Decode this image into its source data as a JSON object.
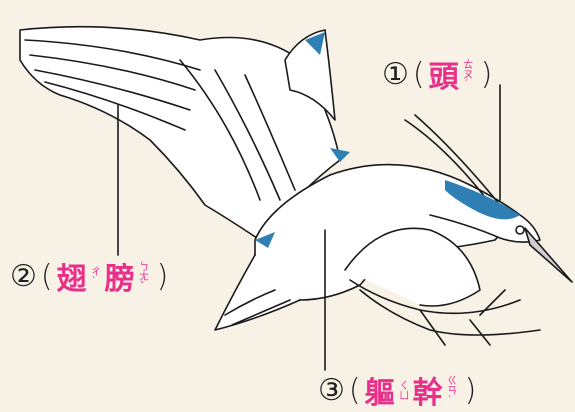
{
  "colors": {
    "background": "#f7f1e6",
    "annotation": "#e8308a",
    "outline": "#1a1a1a",
    "accent_blue": "#2f7fb5"
  },
  "labels": [
    {
      "number": "①",
      "open": "(",
      "close": ")",
      "characters": [
        {
          "char": "頭",
          "zhuyin": "ㄊㄡˊ"
        }
      ]
    },
    {
      "number": "②",
      "open": "(",
      "close": ")",
      "characters": [
        {
          "char": "翅",
          "zhuyin": "ㄔˋ"
        },
        {
          "char": "膀",
          "zhuyin": "ㄅㄤˇ"
        }
      ]
    },
    {
      "number": "③",
      "open": "(",
      "close": ")",
      "characters": [
        {
          "char": "軀",
          "zhuyin": "ㄑㄩ"
        },
        {
          "char": "幹",
          "zhuyin": "ㄍㄢˋ"
        }
      ]
    }
  ]
}
